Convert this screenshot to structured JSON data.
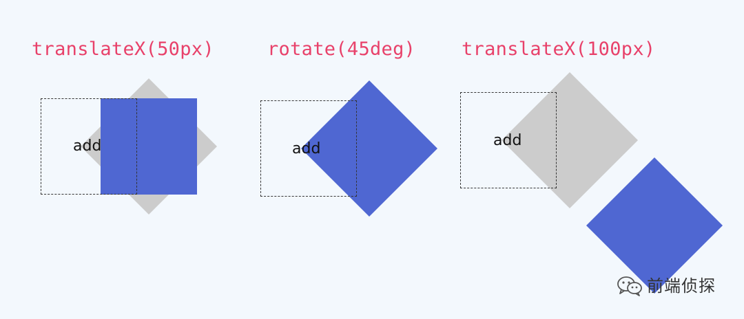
{
  "panels": [
    {
      "title": "translateX(50px)",
      "label": "add"
    },
    {
      "title": "rotate(45deg)",
      "label": "add"
    },
    {
      "title": "translateX(100px)",
      "label": "add"
    }
  ],
  "watermark": {
    "text": "前端侦探",
    "icon": "wechat-icon"
  },
  "colors": {
    "background": "#F3F8FD",
    "title": "#E8416A",
    "blue_square": "#4F67D2",
    "gray_square": "#CCCCCC",
    "dashed_border": "#333333"
  }
}
